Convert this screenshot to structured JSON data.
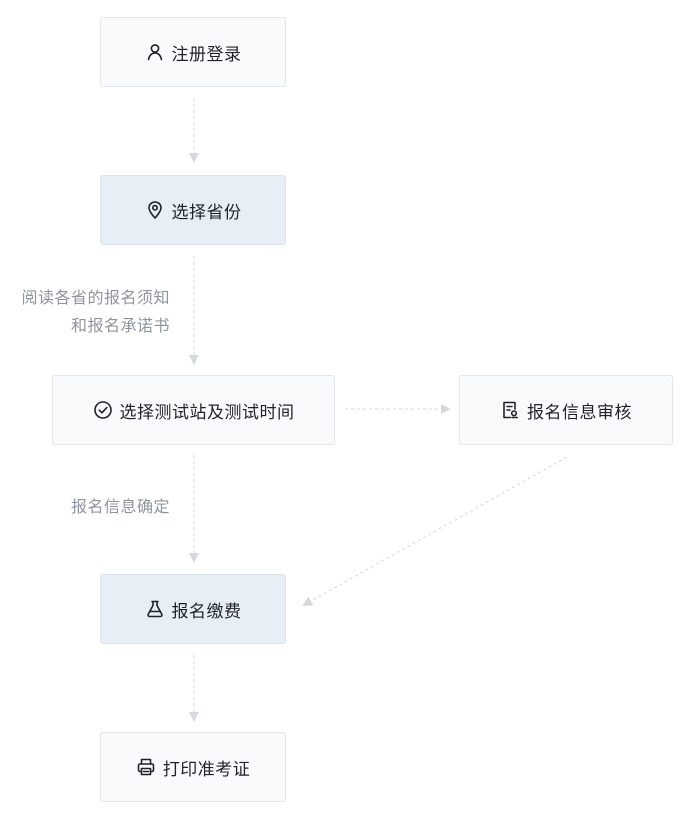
{
  "nodes": {
    "register": {
      "label": "注册登录",
      "icon": "user-icon"
    },
    "province": {
      "label": "选择省份",
      "icon": "location-pin-icon"
    },
    "site": {
      "label": "选择测试站及测试时间",
      "icon": "check-circle-icon"
    },
    "review": {
      "label": "报名信息审核",
      "icon": "document-review-icon"
    },
    "pay": {
      "label": "报名缴费",
      "icon": "money-bag-icon"
    },
    "print": {
      "label": "打印准考证",
      "icon": "printer-icon"
    }
  },
  "edge_labels": {
    "read_notice_line1": "阅读各省的报名须知",
    "read_notice_line2": "和报名承诺书",
    "confirm_info": "报名信息确定"
  },
  "colors": {
    "node_bg": "#f9fafb",
    "node_highlight_bg": "#e8eef6",
    "border": "#e3e5e8",
    "text": "#1f2329",
    "muted_text": "#8f959e",
    "arrow": "#d5d8dc"
  }
}
